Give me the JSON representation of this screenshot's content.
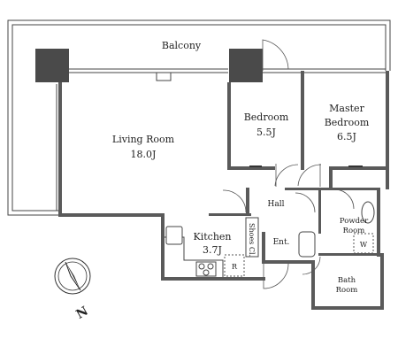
{
  "rooms": {
    "balcony": {
      "name": "Balcony"
    },
    "living": {
      "name": "Living Room",
      "size": "18.0J"
    },
    "bedroom": {
      "name": "Bedroom",
      "size": "5.5J"
    },
    "master": {
      "name_line1": "Master",
      "name_line2": "Bedroom",
      "size": "6.5J"
    },
    "hall": {
      "name": "Hall"
    },
    "kitchen": {
      "name": "Kitchen",
      "size": "3.7J"
    },
    "shoes": {
      "name": "Shoes Cl."
    },
    "entrance": {
      "name": "Ent."
    },
    "powder": {
      "name_line1": "Powder",
      "name_line2": "Room"
    },
    "bath": {
      "name_line1": "Bath",
      "name_line2": "Room"
    }
  },
  "fixtures": {
    "refrigerator": "R",
    "washer": "W"
  },
  "compass": {
    "direction": "N"
  },
  "colors": {
    "wall": "#5a5a5a",
    "column": "#4a4a4a",
    "line": "#444444"
  }
}
